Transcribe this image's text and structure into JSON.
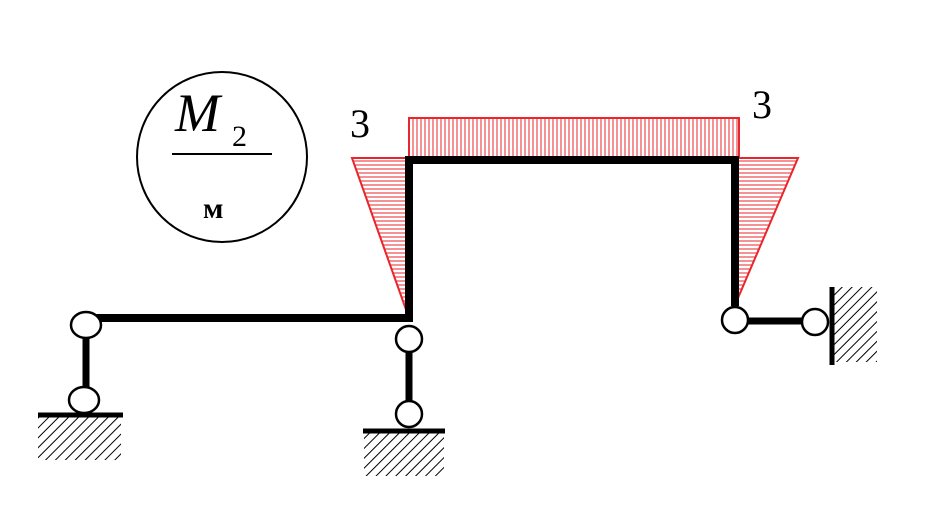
{
  "diagram": {
    "legend": {
      "symbol": "M",
      "subscript": "2",
      "unit": "м"
    },
    "values": {
      "left_column_top": "3",
      "right_column_top": "3"
    },
    "colors": {
      "moment_diagram": "#e8262b",
      "frame": "#000000",
      "background": "#ffffff"
    }
  }
}
